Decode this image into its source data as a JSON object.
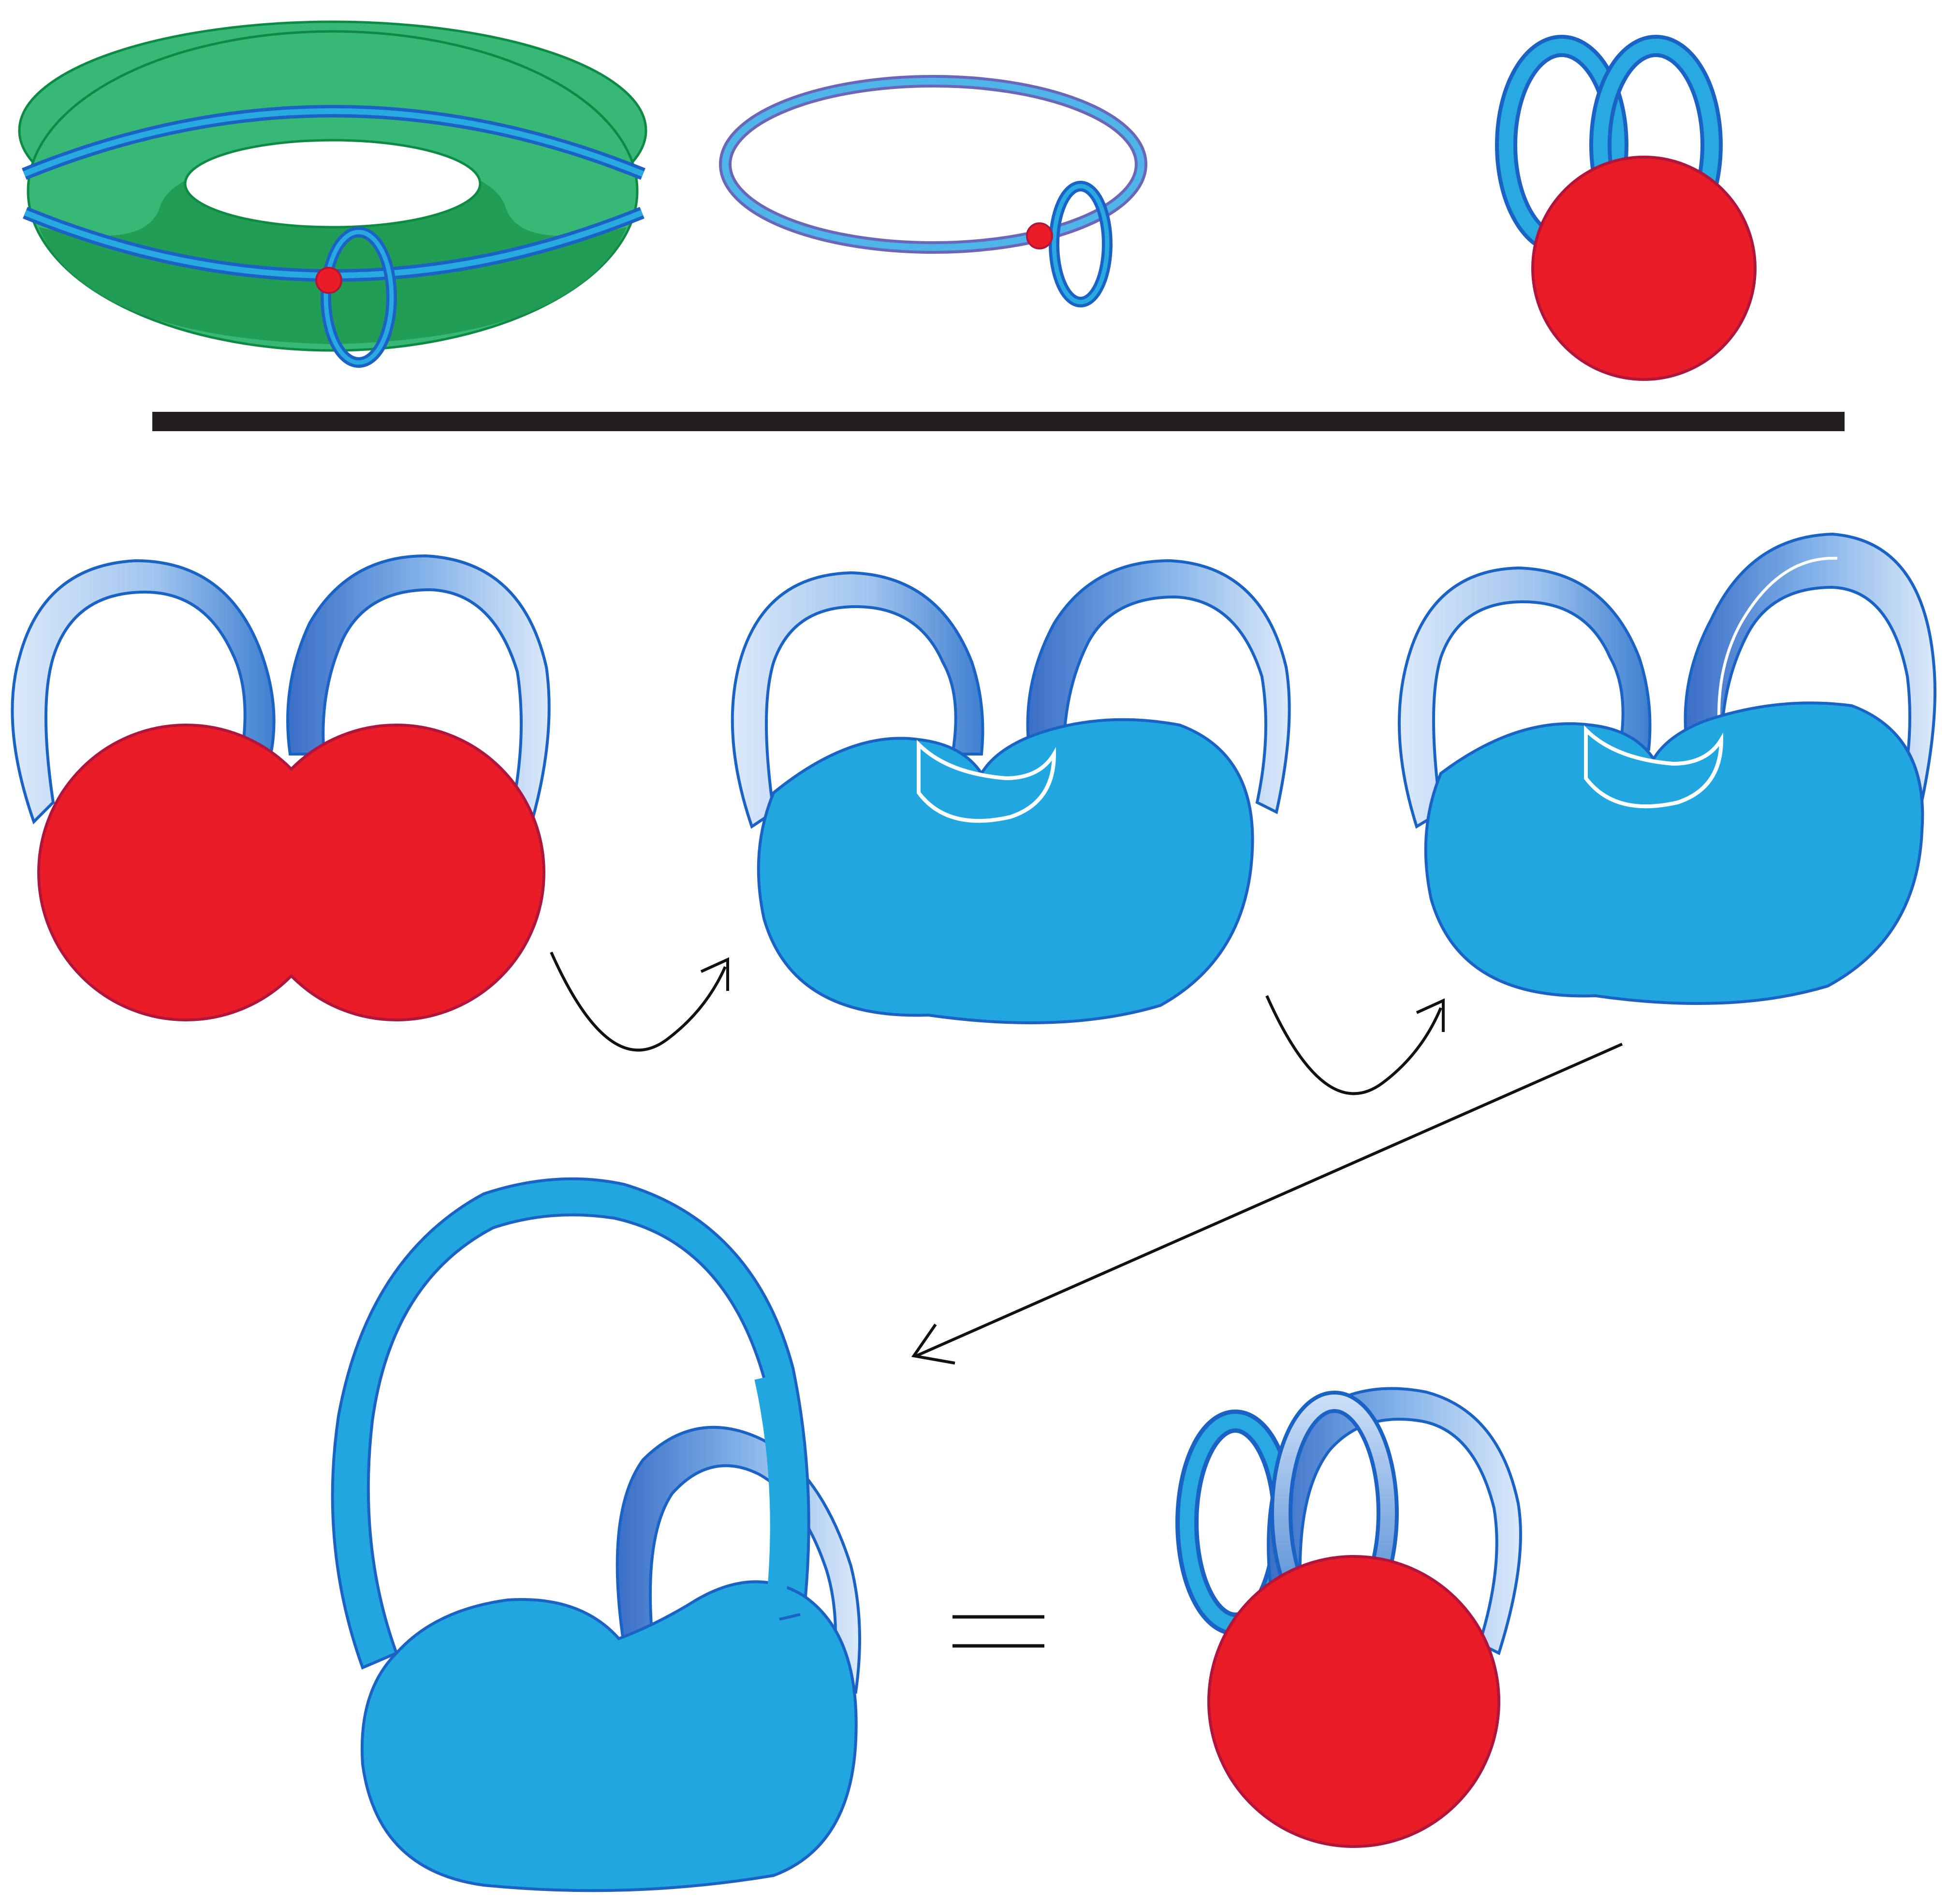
{
  "colors": {
    "green_fill": "#37b877",
    "green_stroke": "#0e8a45",
    "blue_fill": "#22a6e0",
    "blue_band": "#29a9e2",
    "blue_stroke": "#1a63c4",
    "red_fill": "#ea1c27",
    "red_stroke": "#b0153c",
    "divider": "#231f20",
    "arrow": "#111111",
    "purple_ring": "#6a66b8"
  },
  "icons": {
    "torus": "torus-icon",
    "circle": "circle-icon",
    "sphere_with_handles": "sphere-with-handles-icon",
    "arrow": "curved-arrow-icon",
    "equals": "equals-icon"
  },
  "figure": {
    "panels": [
      "torus-with-meridian-and-longitude",
      "two-circles-meeting-at-point",
      "sphere-with-two-linked-handles",
      "two-discs-with-handles",
      "merged-region-step-1",
      "merged-region-step-2",
      "big-handle-region",
      "equivalent-sphere-with-handles"
    ],
    "relation_symbol": "="
  }
}
